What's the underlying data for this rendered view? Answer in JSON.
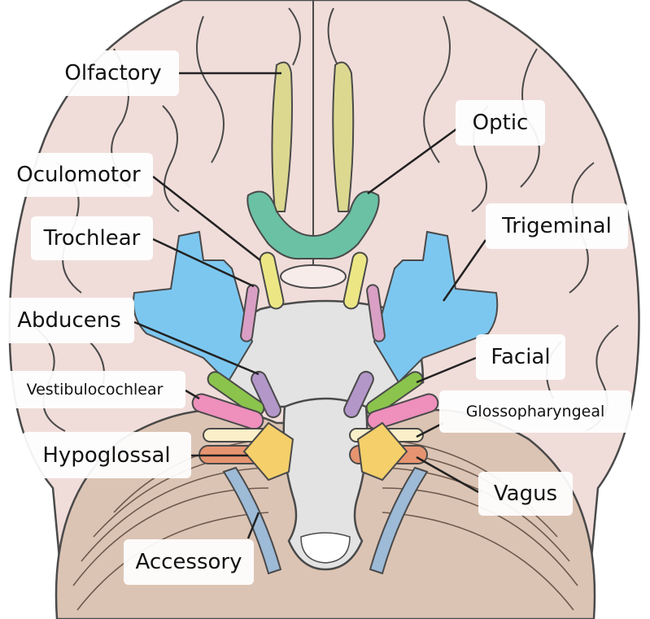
{
  "colors": {
    "background": "#ffffff",
    "cerebrum": "#f0ddd9",
    "cerebellum": "#dcc4b4",
    "brainstem": "#e3e3e3",
    "outline": "#4a4a4a",
    "olfactory": "#dcd890",
    "optic": "#6ac1a4",
    "oculomotor": "#ece784",
    "trochlear": "#d99fc4",
    "trigeminal": "#7cc7f0",
    "abducens": "#b397c9",
    "facial": "#8bc44c",
    "vestibulocochlear": "#ee8fbc",
    "glossopharyngeal": "#faefc8",
    "vagus": "#e69470",
    "accessory": "#9dbad7",
    "hypoglossal": "#f4cf6a",
    "leader_line": "#222222"
  },
  "labels": {
    "olfactory": "Olfactory",
    "optic": "Optic",
    "oculomotor": "Oculomotor",
    "trigeminal": "Trigeminal",
    "trochlear": "Trochlear",
    "abducens": "Abducens",
    "facial": "Facial",
    "vestibulocochlear": "Vestibulocochlear",
    "glossopharyngeal": "Glossopharyngeal",
    "hypoglossal": "Hypoglossal",
    "vagus": "Vagus",
    "accessory": "Accessory"
  }
}
